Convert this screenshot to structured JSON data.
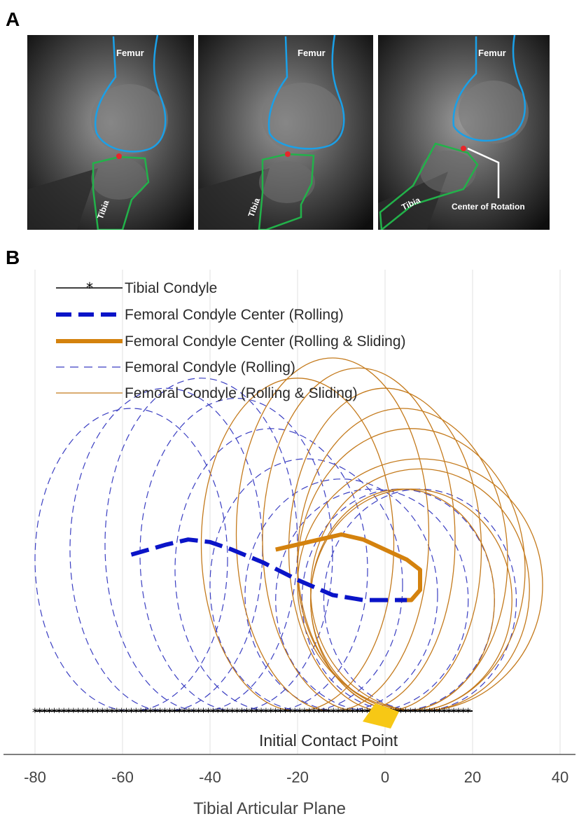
{
  "panels": {
    "a_label": "A",
    "b_label": "B"
  },
  "mri": {
    "femur_label": "Femur",
    "tibia_label": "Tibia",
    "center_label": "Center of Rotation",
    "colors": {
      "femur_outline": "#1aa0e8",
      "tibia_outline": "#22b24a",
      "contact_dot": "#e8262a"
    }
  },
  "chart_data": {
    "type": "line",
    "xlabel": "Tibial Articular Plane",
    "ylabel": "",
    "xlim": [
      -82,
      43
    ],
    "ylim": [
      -8,
      68
    ],
    "xticks": [
      -80,
      -60,
      -40,
      -20,
      0,
      20,
      40
    ],
    "grid": "vertical",
    "legend_position": "top-left",
    "annotation": {
      "text": "Initial Contact Point",
      "x": 0,
      "y": 0
    },
    "series": [
      {
        "name": "Tibial Condyle",
        "style": "line-star",
        "color": "#000000",
        "x": [
          -80,
          -20,
          20
        ],
        "y": [
          0,
          0,
          0
        ]
      },
      {
        "name": "Femoral Condyle Center (Rolling)",
        "style": "thick-dashed",
        "color": "#0a14c8",
        "x": [
          -58,
          -50,
          -45,
          -40,
          -35,
          -28,
          -20,
          -12,
          -5,
          0,
          5
        ],
        "y": [
          31,
          33,
          34,
          33.5,
          32,
          29.5,
          26,
          23,
          22,
          22,
          22
        ]
      },
      {
        "name": "Femoral Condyle Center (Rolling & Sliding)",
        "style": "thick-solid",
        "color": "#d4820e",
        "x": [
          -25,
          -10,
          -5,
          0,
          5,
          8,
          8,
          6,
          3
        ],
        "y": [
          32,
          35,
          34,
          32,
          30,
          28,
          24,
          22,
          22
        ]
      },
      {
        "name": "Femoral Condyle (Rolling)",
        "style": "thin-dashed",
        "color": "#3b3fc2",
        "x": [
          -80,
          20
        ],
        "y": [
          0,
          0
        ]
      },
      {
        "name": "Femoral Condyle (Rolling & Sliding)",
        "style": "thin-solid",
        "color": "#c47a1c",
        "x": [
          -25,
          40
        ],
        "y": [
          0,
          0
        ]
      }
    ],
    "ellipses_rolling": [
      {
        "cx": -58,
        "cy": 30,
        "rx": 22,
        "ry": 30
      },
      {
        "cx": -50,
        "cy": 32,
        "rx": 22,
        "ry": 32
      },
      {
        "cx": -42,
        "cy": 33,
        "rx": 22,
        "ry": 33
      },
      {
        "cx": -34,
        "cy": 31,
        "rx": 22,
        "ry": 31
      },
      {
        "cx": -26,
        "cy": 28,
        "rx": 22,
        "ry": 28
      },
      {
        "cx": -18,
        "cy": 25,
        "rx": 22,
        "ry": 25
      },
      {
        "cx": -10,
        "cy": 23,
        "rx": 22,
        "ry": 23
      },
      {
        "cx": -3,
        "cy": 22,
        "rx": 22,
        "ry": 22
      },
      {
        "cx": 3,
        "cy": 22,
        "rx": 22,
        "ry": 22
      },
      {
        "cx": 8,
        "cy": 22,
        "rx": 22,
        "ry": 22
      }
    ],
    "ellipses_sliding": [
      {
        "cx": -20,
        "cy": 33,
        "rx": 22,
        "ry": 33
      },
      {
        "cx": -12,
        "cy": 35,
        "rx": 22,
        "ry": 35
      },
      {
        "cx": -6,
        "cy": 34,
        "rx": 22,
        "ry": 34
      },
      {
        "cx": 0,
        "cy": 32,
        "rx": 22,
        "ry": 32
      },
      {
        "cx": 4,
        "cy": 30,
        "rx": 24,
        "ry": 30
      },
      {
        "cx": 6,
        "cy": 28,
        "rx": 26,
        "ry": 28
      },
      {
        "cx": 8,
        "cy": 25,
        "rx": 28,
        "ry": 25
      },
      {
        "cx": 8,
        "cy": 24,
        "rx": 25,
        "ry": 24
      },
      {
        "cx": 6,
        "cy": 22,
        "rx": 23,
        "ry": 22
      },
      {
        "cx": 4,
        "cy": 22,
        "rx": 21,
        "ry": 22
      }
    ]
  }
}
